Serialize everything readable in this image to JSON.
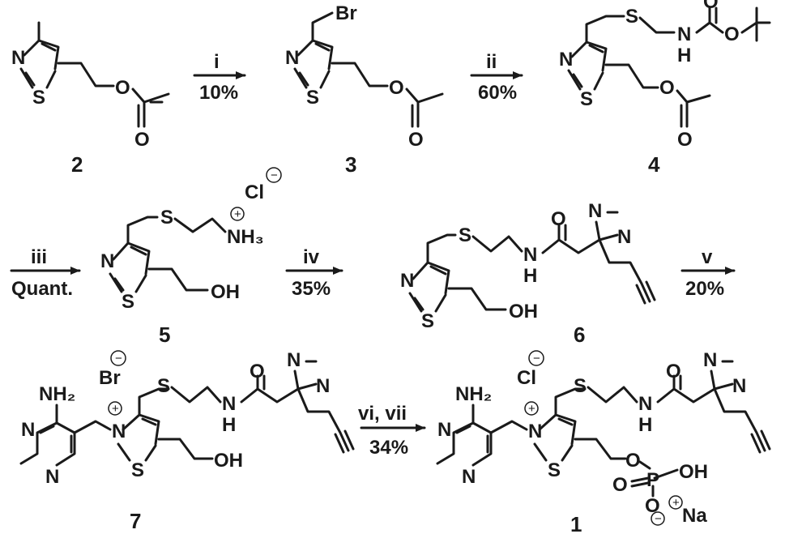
{
  "compounds": {
    "c2": {
      "number": "2"
    },
    "c3": {
      "number": "3",
      "atoms": {
        "Br": "Br"
      }
    },
    "c4": {
      "number": "4"
    },
    "c5": {
      "number": "5",
      "atoms": {
        "NH3": "NH₃",
        "Cl": "Cl",
        "OH": "OH"
      }
    },
    "c6": {
      "number": "6",
      "atoms": {
        "OH": "OH"
      }
    },
    "c7": {
      "number": "7",
      "atoms": {
        "NH2": "NH₂",
        "Br": "Br",
        "OH": "OH"
      }
    },
    "c1": {
      "number": "1",
      "atoms": {
        "NH2": "NH₂",
        "Cl": "Cl",
        "P": "P",
        "OH": "OH",
        "Na": "Na"
      }
    }
  },
  "common_atoms": {
    "N": "N",
    "S": "S",
    "O": "O",
    "H": "H"
  },
  "charges": {
    "plus": "+",
    "minus": "−"
  },
  "arrows": [
    {
      "reagent": "i",
      "yield": "10%"
    },
    {
      "reagent": "ii",
      "yield": "60%"
    },
    {
      "reagent": "iii",
      "yield": "Quant."
    },
    {
      "reagent": "iv",
      "yield": "35%"
    },
    {
      "reagent": "v",
      "yield": "20%"
    },
    {
      "reagent": "vi, vii",
      "yield": "34%"
    }
  ],
  "colors": {
    "ink": "#1a1a1a",
    "background": "#ffffff"
  }
}
